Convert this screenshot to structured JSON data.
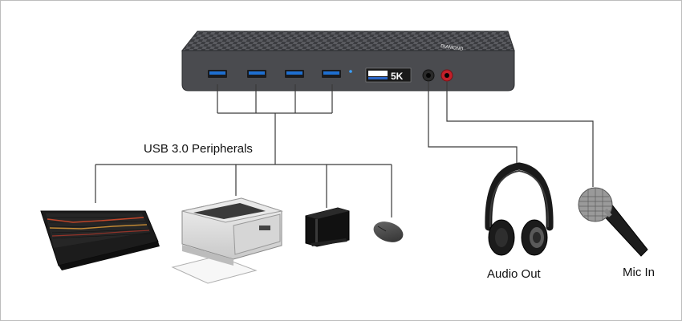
{
  "labels": {
    "usb_peripherals": "USB 3.0 Peripherals",
    "audio_out": "Audio Out",
    "mic_in": "Mic In"
  },
  "dock": {
    "brand": "DIAMOND",
    "display_badge_text": "5K",
    "usb_port_count": 4,
    "colors": {
      "body": "#4a4b4f",
      "usb_port": "#1e6fd0",
      "audio_jack_ring": "#1a1a1a",
      "mic_jack_ring": "#c2202a",
      "led": "#3aa0ff"
    }
  },
  "devices": [
    {
      "name": "keyboard-icon"
    },
    {
      "name": "printer-icon"
    },
    {
      "name": "external-drive-icon"
    },
    {
      "name": "mouse-icon"
    },
    {
      "name": "headphones-icon"
    },
    {
      "name": "microphone-icon"
    }
  ]
}
